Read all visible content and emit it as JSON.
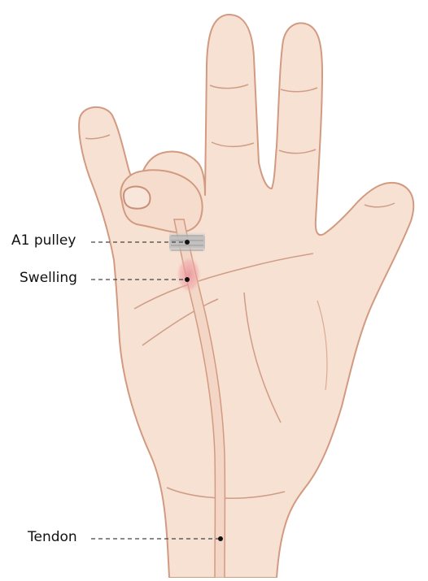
{
  "labels": {
    "a1_pulley": "A1 pulley",
    "swelling": "Swelling",
    "tendon": "Tendon"
  },
  "colors": {
    "skin": "#f7e1d3",
    "skin_shadow": "#ecc9b5",
    "outline": "#d29a80",
    "crease": "#cf9d86",
    "tendon_fill": "#f3d6c6",
    "pulley": "#b9b9b9",
    "swelling": "#e98d94",
    "leader": "#444444"
  }
}
